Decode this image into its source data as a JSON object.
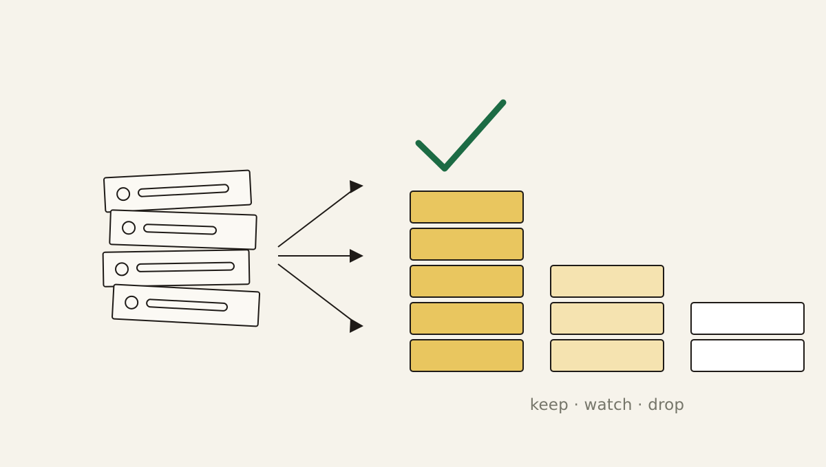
{
  "colors": {
    "background": "#f6f3eb",
    "ink": "#1e1a17",
    "keep_fill": "#e9c65f",
    "watch_fill": "#f5e3b0",
    "drop_fill": "#ffffff",
    "check": "#1c6b44",
    "caption": "#76766a"
  },
  "icons": [
    "stacked-files-icon",
    "fan-out-arrows-icon",
    "checkmark-icon"
  ],
  "columns": [
    {
      "name": "keep",
      "block_count": 5
    },
    {
      "name": "watch",
      "block_count": 3
    },
    {
      "name": "drop",
      "block_count": 2
    }
  ],
  "caption": {
    "part1": "keep",
    "sep1": " · ",
    "part2": "watch",
    "sep2": " · ",
    "part3": "drop"
  }
}
